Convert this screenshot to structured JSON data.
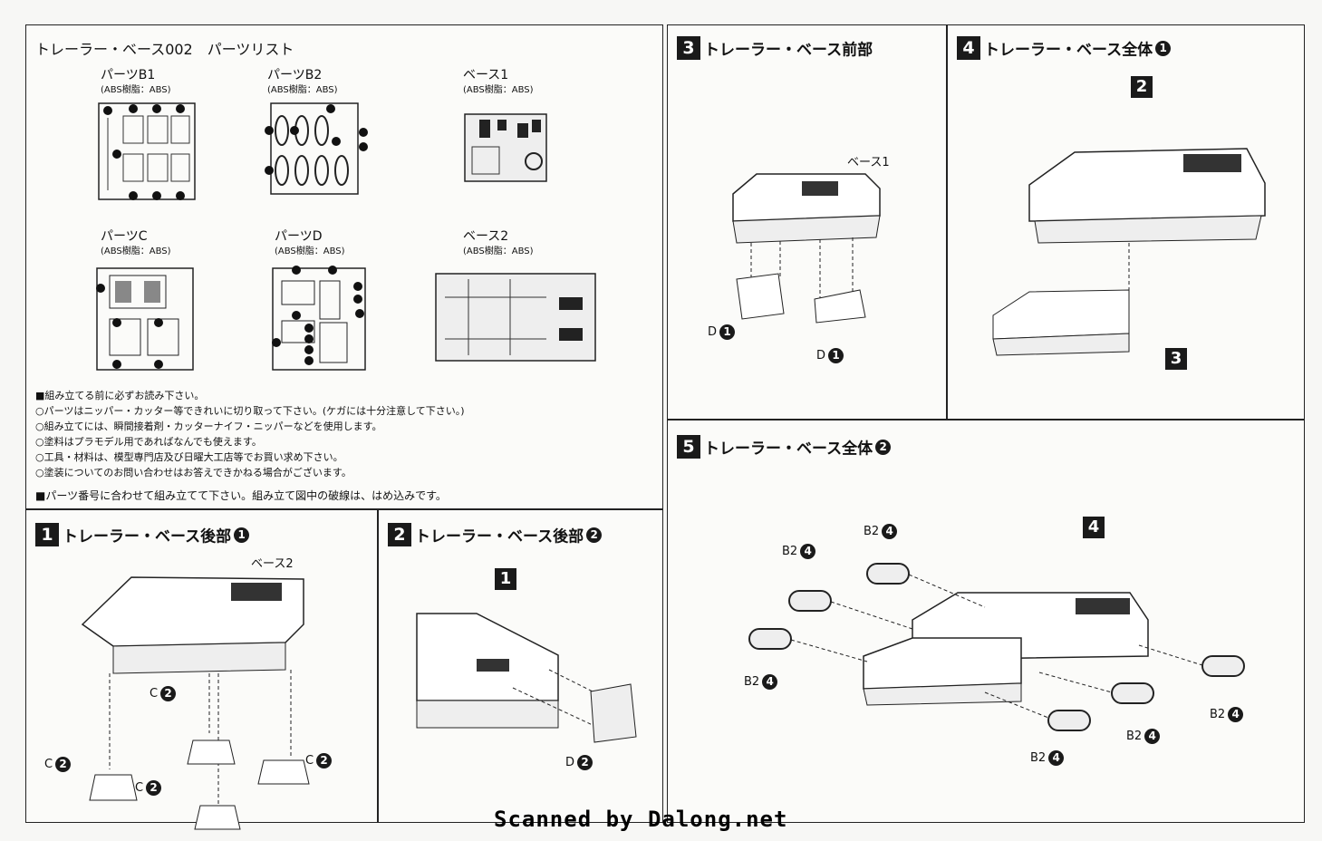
{
  "parts_list": {
    "title": "トレーラー・ベース002　パーツリスト",
    "parts": [
      {
        "name": "パーツB1",
        "material": "(ABS樹脂：ABS)"
      },
      {
        "name": "パーツB2",
        "material": "(ABS樹脂：ABS)"
      },
      {
        "name": "ベース1",
        "material": "(ABS樹脂：ABS)"
      },
      {
        "name": "パーツC",
        "material": "(ABS樹脂：ABS)"
      },
      {
        "name": "パーツD",
        "material": "(ABS樹脂：ABS)"
      },
      {
        "name": "ベース2",
        "material": "(ABS樹脂：ABS)"
      }
    ],
    "notes": [
      "■組み立てる前に必ずお読み下さい。",
      "○パーツはニッパー・カッター等できれいに切り取って下さい。(ケガには十分注意して下さい。)",
      "○組み立てには、瞬間接着剤・カッターナイフ・ニッパーなどを使用します。",
      "○塗料はプラモデル用であればなんでも使えます。",
      "○工具・材料は、模型専門店及び日曜大工店等でお買い求め下さい。",
      "○塗装についてのお問い合わせはお答えできかねる場合がございます。",
      "■パーツ番号に合わせて組み立てて下さい。組み立て図中の破線は、はめ込みです。"
    ]
  },
  "steps": [
    {
      "num": "1",
      "title": "トレーラー・ベース後部",
      "sub": "1",
      "labels": {
        "base": "ベース2",
        "part": "C",
        "part_no": "2"
      }
    },
    {
      "num": "2",
      "title": "トレーラー・ベース後部",
      "sub": "2",
      "labels": {
        "ref": "1",
        "part": "D",
        "part_no": "2"
      }
    },
    {
      "num": "3",
      "title": "トレーラー・ベース前部",
      "sub": "",
      "labels": {
        "base": "ベース1",
        "part": "D",
        "part_no": "1"
      }
    },
    {
      "num": "4",
      "title": "トレーラー・ベース全体",
      "sub": "1",
      "labels": {
        "ref_top": "2",
        "ref_bottom": "3"
      }
    },
    {
      "num": "5",
      "title": "トレーラー・ベース全体",
      "sub": "2",
      "labels": {
        "ref": "4",
        "part": "B2",
        "part_no": "4"
      }
    }
  ],
  "credit": "Scanned by Dalong.net"
}
